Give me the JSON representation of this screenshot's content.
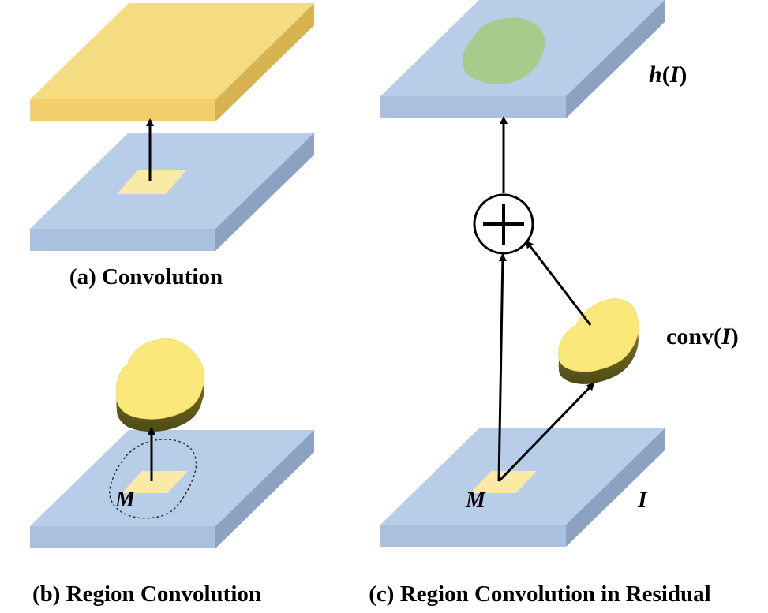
{
  "captions": {
    "a": "(a) Convolution",
    "b": "(b) Region Convolution",
    "c": "(c) Region Convolution in Residual"
  },
  "labels": {
    "h_fn": "h",
    "h_paren_open": "(",
    "h_arg": "I",
    "h_paren_close": ")",
    "conv_fn": "conv",
    "conv_paren_open": "(",
    "conv_arg": "I",
    "conv_paren_close": ")",
    "mask_b": "M",
    "mask_c": "M",
    "input_c": "I"
  },
  "colors": {
    "layer_blue_top": "#b7cde8",
    "layer_blue_front": "#a9c0df",
    "layer_blue_side": "#8ba2c0",
    "output_yellow_top": "#f6dc80",
    "output_yellow_front": "#f2cf6c",
    "output_yellow_side": "#d6b350",
    "patch": "#fbeaa6",
    "blob_yellow": "#fbe87a",
    "blob_shadow": "#6a6420",
    "green_region": "#a6cb8b"
  }
}
